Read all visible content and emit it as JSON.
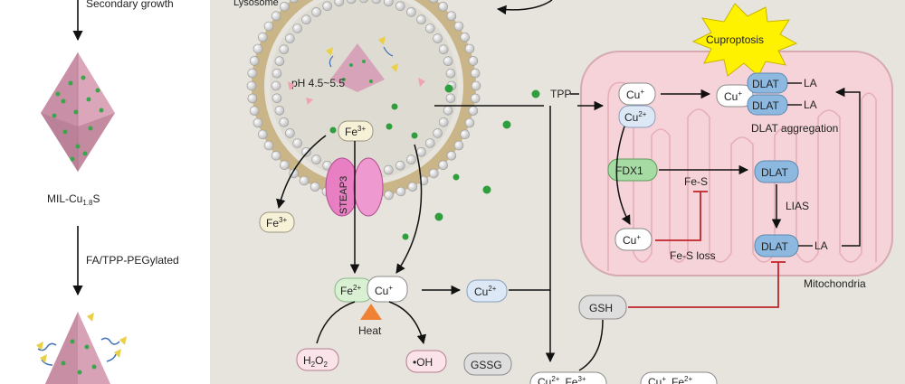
{
  "left_panel": {
    "step_secondary_growth": "Secondary growth",
    "material_name": "MIL-Cu",
    "material_subscript": "1.8",
    "material_suffix": "S",
    "step_pegylation": "FA/TPP-PEGylated"
  },
  "lysosome": {
    "label": "Lysosome",
    "ph_label": "pH 4.5~5.5",
    "steap3_label": "STEAP3"
  },
  "ions": {
    "fe": "Fe",
    "cu": "Cu",
    "charge_3": "3+",
    "charge_2": "2+",
    "charge_1": "+"
  },
  "reactions": {
    "heat_label": "Heat",
    "h2o2": "H",
    "two": "2",
    "o": "O",
    "oh_radical": "•OH",
    "gssg": "GSSG",
    "gsh": "GSH",
    "tpp": "TPP"
  },
  "mitochondria": {
    "label": "Mitochondria",
    "cuproptosis": "Cuproptosis",
    "dlat": "DLAT",
    "la": "LA",
    "dlat_aggregation": "DLAT aggregation",
    "fdx1": "FDX1",
    "fe_s": "Fe-S",
    "fe_s_loss": "Fe-S loss",
    "lias": "LIAS"
  },
  "colors": {
    "panel_bg": "#e6e4dc",
    "mito_fill": "#f5d3d8",
    "dlat_fill": "#8db9e0",
    "fdx1_fill": "#a7dba4",
    "fe_pill_fill": "#f7f1d7",
    "cu_pill_fill": "#ffffff",
    "cu2_pill_fill": "#dce8f6",
    "steap3_fill": "#e77fc2",
    "inhibit_red": "#c0262b",
    "burst_yellow": "#fff200",
    "heat_orange": "#f08236"
  }
}
